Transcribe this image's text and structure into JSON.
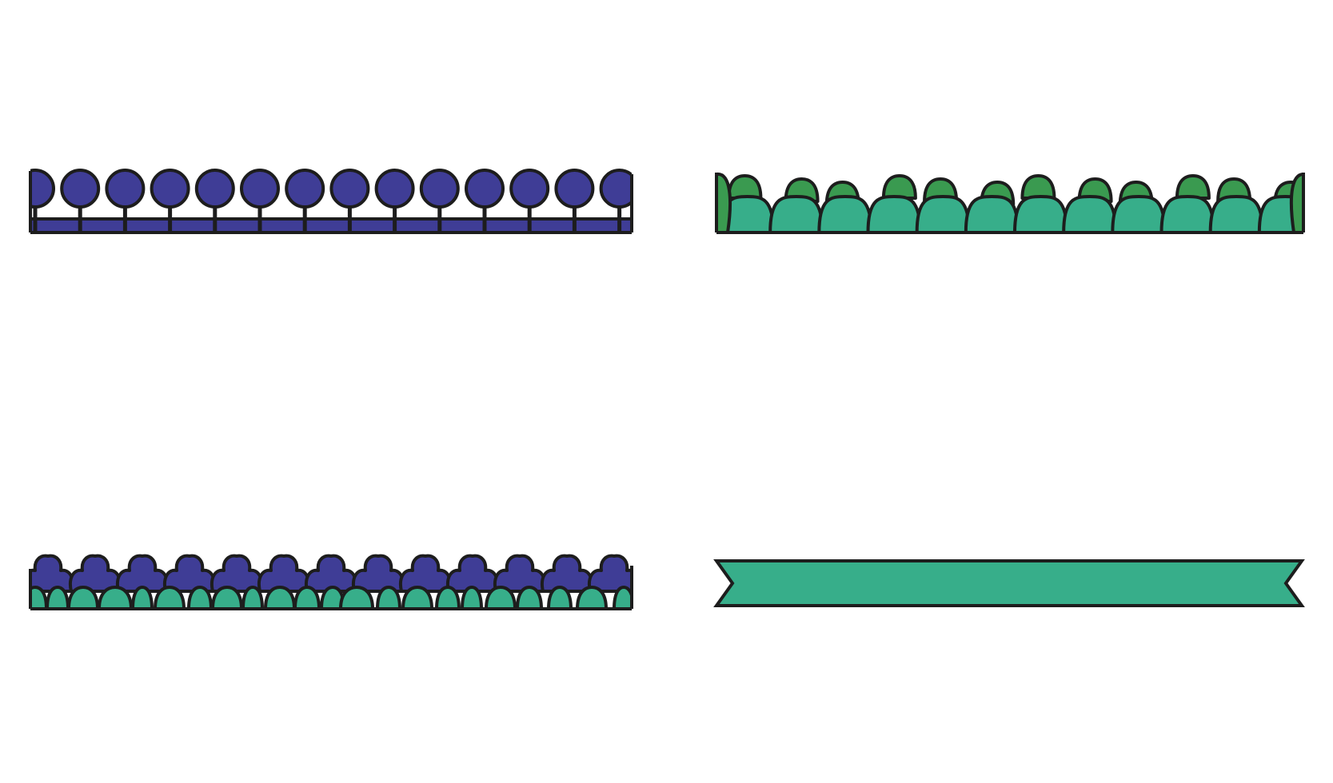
{
  "colors": {
    "background": "#ffffff",
    "outline": "#1d1d1d",
    "purple": "#3f3d96",
    "teal": "#37ae8a",
    "green": "#3a9a50"
  },
  "borders": [
    {
      "id": "tree-border",
      "style": "lollipop-trees",
      "fill": "purple",
      "count": 14
    },
    {
      "id": "grass-border",
      "style": "bush-scallops",
      "fill": "teal",
      "accent": "green",
      "count": 12
    },
    {
      "id": "shrub-border",
      "style": "clover-shrubs",
      "fill": "purple",
      "accent": "teal",
      "count": 13
    },
    {
      "id": "ribbon-banner",
      "style": "notched-ribbon",
      "fill": "teal"
    }
  ]
}
